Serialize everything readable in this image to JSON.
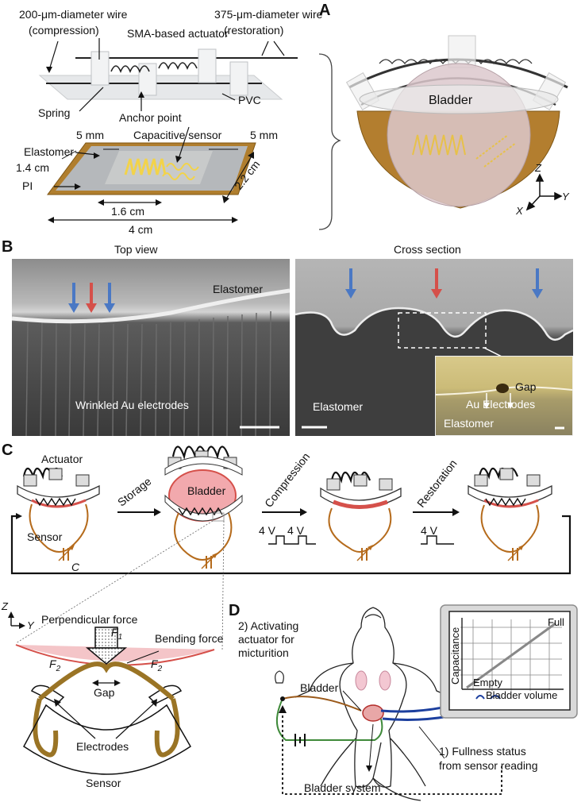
{
  "panels": {
    "a": "A",
    "b": "B",
    "c": "C",
    "d": "D"
  },
  "panel_a": {
    "wire_200": "200-μm-diameter wire",
    "compression": "(compression)",
    "wire_375": "375-μm-diameter wire",
    "restoration": "(restoration)",
    "sma_actuator": "SMA-based actuator",
    "spring": "Spring",
    "anchor_point": "Anchor point",
    "pvc": "PVC",
    "dim_5mm_left": "5 mm",
    "capacitive_sensor": "Capacitive sensor",
    "dim_5mm_right": "5 mm",
    "elastomer": "Elastomer",
    "dim_1_4cm": "1.4 cm",
    "pi": "PI",
    "dim_2_2cm": "2.2 cm",
    "dim_1_6cm": "1.6 cm",
    "dim_4cm": "4 cm",
    "bladder": "Bladder",
    "axis_z": "Z",
    "axis_y": "Y",
    "axis_x": "X"
  },
  "panel_b": {
    "top_view": "Top view",
    "cross_section": "Cross section",
    "elastomer_top": "Elastomer",
    "wrinkled_electrodes": "Wrinkled Au electrodes",
    "elastomer_bottom": "Elastomer",
    "gap": "Gap",
    "au_electrodes": "Au Electrodes",
    "elastomer_inset": "Elastomer"
  },
  "panel_c": {
    "actuator": "Actuator",
    "sensor": "Sensor",
    "capacitance": "C",
    "storage": "Storage",
    "bladder": "Bladder",
    "compression": "Compression",
    "restoration": "Restoration",
    "voltage_1": "4 V",
    "voltage_2": "4 V",
    "voltage_3": "4 V",
    "axis_z": "Z",
    "axis_y": "Y",
    "perpendicular_force": "Perpendicular force",
    "f1": "F",
    "f1_sub": "1",
    "bending_force": "Bending force",
    "f2_left": "F",
    "f2_left_sub": "2",
    "f2_right": "F",
    "f2_right_sub": "2",
    "gap": "Gap",
    "electrodes": "Electrodes",
    "sensor_bottom": "Sensor"
  },
  "panel_d": {
    "activating_line1": "2) Activating",
    "activating_line2": "actuator for",
    "activating_line3": "micturition",
    "bladder": "Bladder",
    "bladder_system": "Bladder system",
    "fullness_line1": "1) Fullness status",
    "fullness_line2": "from sensor reading",
    "chart_ylabel": "Capacitance",
    "chart_xlabel": "Bladder volume",
    "full": "Full",
    "empty": "Empty"
  },
  "colors": {
    "gold": "#c8932a",
    "pi_brown": "#a87a2c",
    "bladder_pink": "#f2a9ad",
    "red_arrow": "#d5504a",
    "blue_arrow": "#4a78c4",
    "sensor_wire": "#b56b1c",
    "line_green": "#3f8a3a",
    "line_blue": "#1c3f9e"
  }
}
